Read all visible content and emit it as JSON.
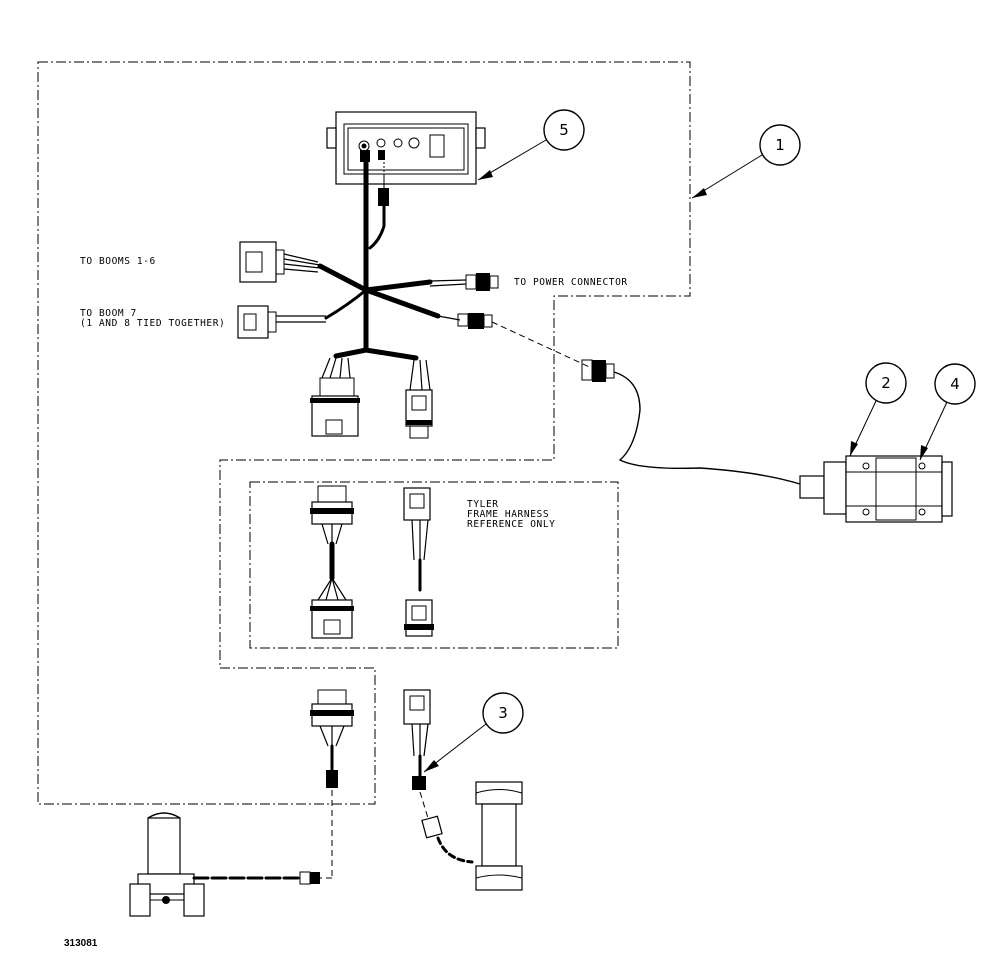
{
  "labels": {
    "booms_1_6": "TO BOOMS 1-6",
    "boom_7_line1": "TO BOOM 7",
    "boom_7_line2": "(1 AND 8 TIED TOGETHER)",
    "power_connector": "TO POWER CONNECTOR",
    "tyler_line1": "TYLER",
    "tyler_line2": "FRAME HARNESS",
    "tyler_line3": "REFERENCE ONLY"
  },
  "callouts": [
    "1",
    "2",
    "3",
    "4",
    "5"
  ],
  "figure_number": "313081"
}
